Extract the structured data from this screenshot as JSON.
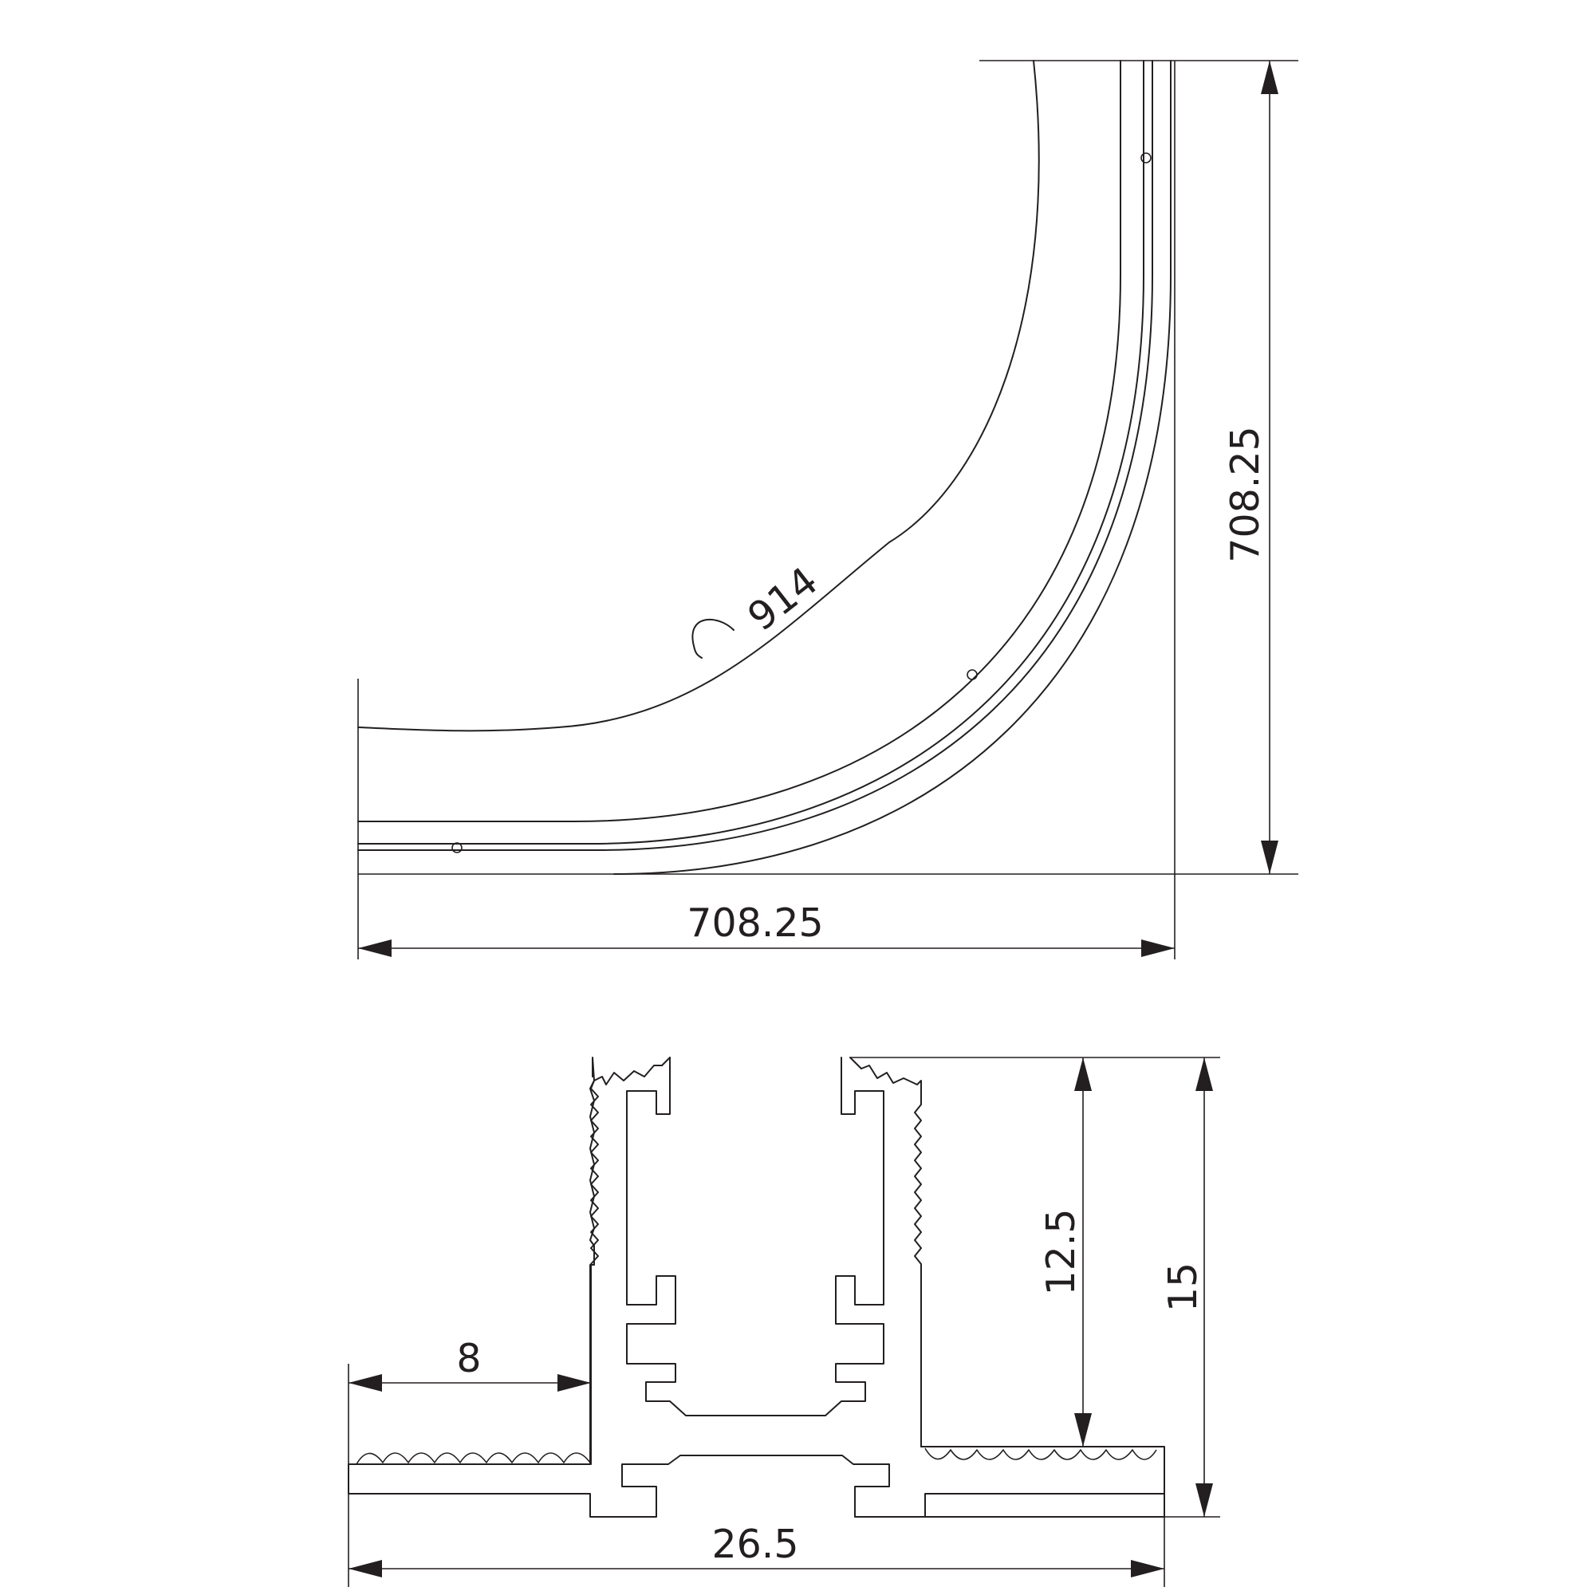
{
  "colors": {
    "line": "#231f20",
    "background": "#ffffff"
  },
  "top_view": {
    "width_dim": "708.25",
    "height_dim": "708.25",
    "radius_label": "914",
    "radius_symbol": "radius-arc-symbol"
  },
  "profile": {
    "flange_width_dim": "8",
    "inner_height_dim": "12.5",
    "total_height_dim": "15",
    "total_width_dim": "26.5"
  }
}
